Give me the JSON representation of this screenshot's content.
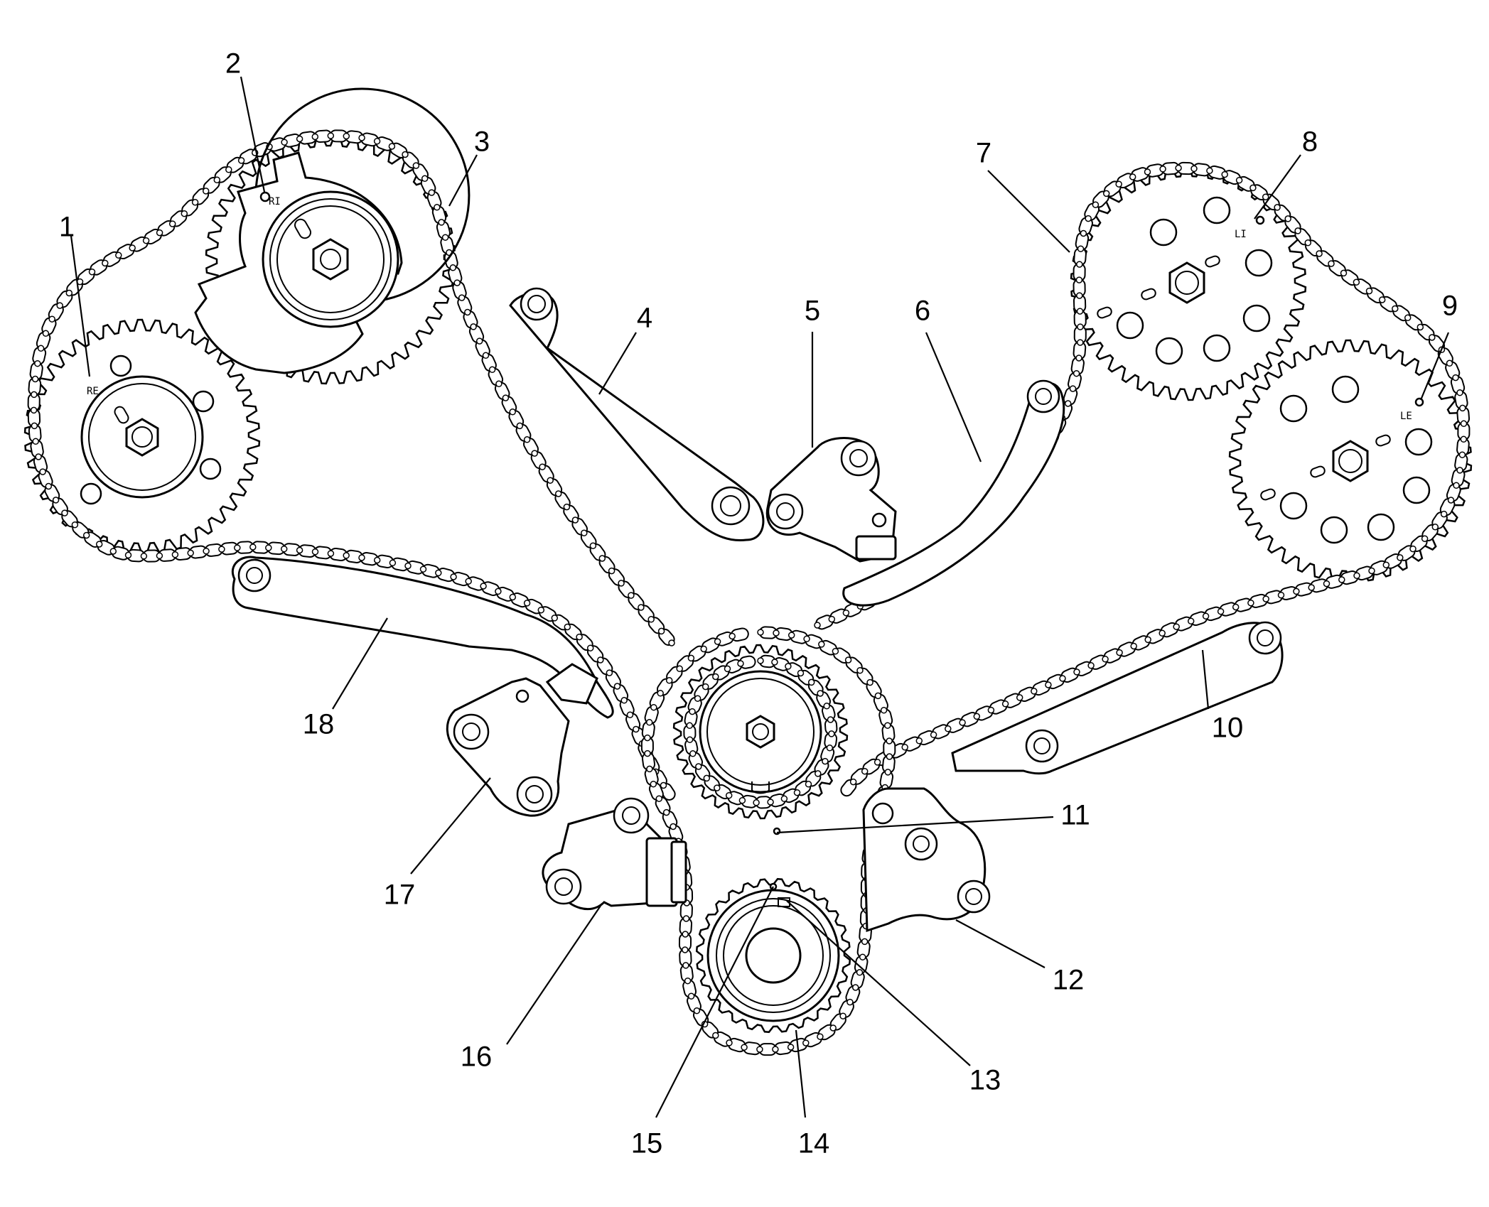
{
  "diagram": {
    "type": "timing-chain-exploded-view",
    "callouts": [
      {
        "id": "callout-1",
        "label": "1"
      },
      {
        "id": "callout-2",
        "label": "2"
      },
      {
        "id": "callout-3",
        "label": "3"
      },
      {
        "id": "callout-4",
        "label": "4"
      },
      {
        "id": "callout-5",
        "label": "5"
      },
      {
        "id": "callout-6",
        "label": "6"
      },
      {
        "id": "callout-7",
        "label": "7"
      },
      {
        "id": "callout-8",
        "label": "8"
      },
      {
        "id": "callout-9",
        "label": "9"
      },
      {
        "id": "callout-10",
        "label": "10"
      },
      {
        "id": "callout-11",
        "label": "11"
      },
      {
        "id": "callout-12",
        "label": "12"
      },
      {
        "id": "callout-13",
        "label": "13"
      },
      {
        "id": "callout-14",
        "label": "14"
      },
      {
        "id": "callout-15",
        "label": "15"
      },
      {
        "id": "callout-16",
        "label": "16"
      },
      {
        "id": "callout-17",
        "label": "17"
      },
      {
        "id": "callout-18",
        "label": "18"
      }
    ],
    "sprocket_stamps": {
      "right_exhaust": "RE",
      "right_intake": "RI",
      "left_intake": "LI",
      "left_exhaust": "LE"
    }
  }
}
